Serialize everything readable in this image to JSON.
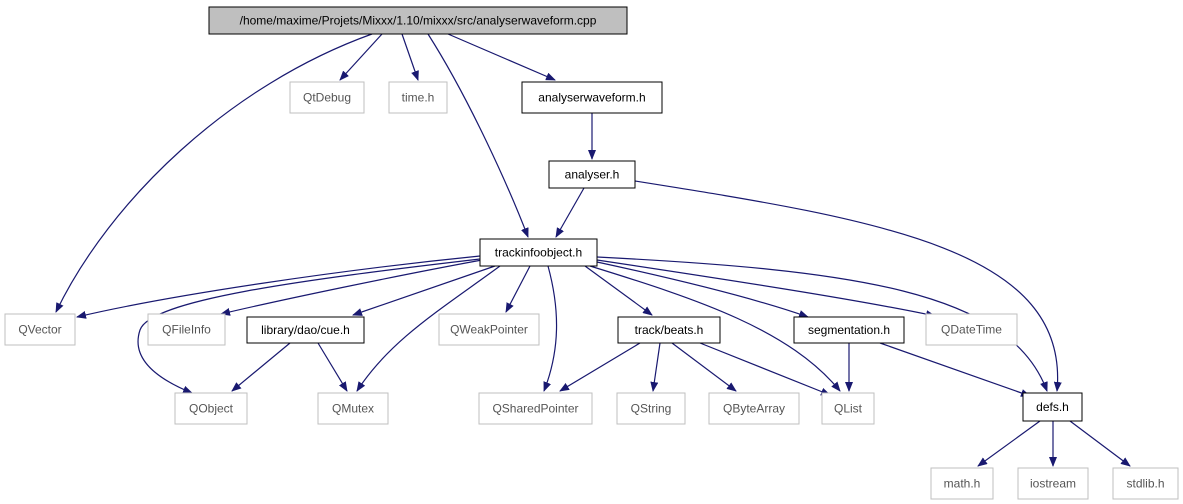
{
  "colors": {
    "edge": "#191970",
    "root_fill": "#bfbfbf",
    "node_border": "#000000",
    "ext_border": "#bfbfbf",
    "ext_text": "#555555"
  },
  "nodes": [
    {
      "id": "root",
      "label": "/home/maxime/Projets/Mixxx/1.10/mixxx/src/analyserwaveform.cpp",
      "kind": "root"
    },
    {
      "id": "qtdebug",
      "label": "QtDebug",
      "kind": "external"
    },
    {
      "id": "timeh",
      "label": "time.h",
      "kind": "external"
    },
    {
      "id": "analyserwaveform",
      "label": "analyserwaveform.h",
      "kind": "header"
    },
    {
      "id": "analyser",
      "label": "analyser.h",
      "kind": "header"
    },
    {
      "id": "trackinfoobject",
      "label": "trackinfoobject.h",
      "kind": "header"
    },
    {
      "id": "qvector",
      "label": "QVector",
      "kind": "external"
    },
    {
      "id": "qfileinfo",
      "label": "QFileInfo",
      "kind": "external"
    },
    {
      "id": "cue",
      "label": "library/dao/cue.h",
      "kind": "header"
    },
    {
      "id": "qweakpointer",
      "label": "QWeakPointer",
      "kind": "external"
    },
    {
      "id": "beats",
      "label": "track/beats.h",
      "kind": "header"
    },
    {
      "id": "segmentation",
      "label": "segmentation.h",
      "kind": "header"
    },
    {
      "id": "qdatetime",
      "label": "QDateTime",
      "kind": "external"
    },
    {
      "id": "qobject",
      "label": "QObject",
      "kind": "external"
    },
    {
      "id": "qmutex",
      "label": "QMutex",
      "kind": "external"
    },
    {
      "id": "qsharedpointer",
      "label": "QSharedPointer",
      "kind": "external"
    },
    {
      "id": "qstring",
      "label": "QString",
      "kind": "external"
    },
    {
      "id": "qbytearray",
      "label": "QByteArray",
      "kind": "external"
    },
    {
      "id": "qlist",
      "label": "QList",
      "kind": "external"
    },
    {
      "id": "defs",
      "label": "defs.h",
      "kind": "header"
    },
    {
      "id": "math",
      "label": "math.h",
      "kind": "external"
    },
    {
      "id": "iostream",
      "label": "iostream",
      "kind": "external"
    },
    {
      "id": "stdlib",
      "label": "stdlib.h",
      "kind": "external"
    }
  ],
  "edges": [
    {
      "from": "root",
      "to": "qvector"
    },
    {
      "from": "root",
      "to": "qtdebug"
    },
    {
      "from": "root",
      "to": "timeh"
    },
    {
      "from": "root",
      "to": "trackinfoobject"
    },
    {
      "from": "root",
      "to": "analyserwaveform"
    },
    {
      "from": "analyserwaveform",
      "to": "analyser"
    },
    {
      "from": "analyser",
      "to": "trackinfoobject"
    },
    {
      "from": "analyser",
      "to": "defs"
    },
    {
      "from": "trackinfoobject",
      "to": "qvector"
    },
    {
      "from": "trackinfoobject",
      "to": "qobject"
    },
    {
      "from": "trackinfoobject",
      "to": "qfileinfo"
    },
    {
      "from": "trackinfoobject",
      "to": "cue"
    },
    {
      "from": "trackinfoobject",
      "to": "qmutex"
    },
    {
      "from": "trackinfoobject",
      "to": "qweakpointer"
    },
    {
      "from": "trackinfoobject",
      "to": "qsharedpointer"
    },
    {
      "from": "trackinfoobject",
      "to": "beats"
    },
    {
      "from": "trackinfoobject",
      "to": "qlist"
    },
    {
      "from": "trackinfoobject",
      "to": "segmentation"
    },
    {
      "from": "trackinfoobject",
      "to": "qdatetime"
    },
    {
      "from": "trackinfoobject",
      "to": "defs"
    },
    {
      "from": "cue",
      "to": "qobject"
    },
    {
      "from": "cue",
      "to": "qmutex"
    },
    {
      "from": "beats",
      "to": "qsharedpointer"
    },
    {
      "from": "beats",
      "to": "qstring"
    },
    {
      "from": "beats",
      "to": "qbytearray"
    },
    {
      "from": "beats",
      "to": "qlist"
    },
    {
      "from": "segmentation",
      "to": "qlist"
    },
    {
      "from": "segmentation",
      "to": "defs"
    },
    {
      "from": "defs",
      "to": "math"
    },
    {
      "from": "defs",
      "to": "iostream"
    },
    {
      "from": "defs",
      "to": "stdlib"
    }
  ]
}
